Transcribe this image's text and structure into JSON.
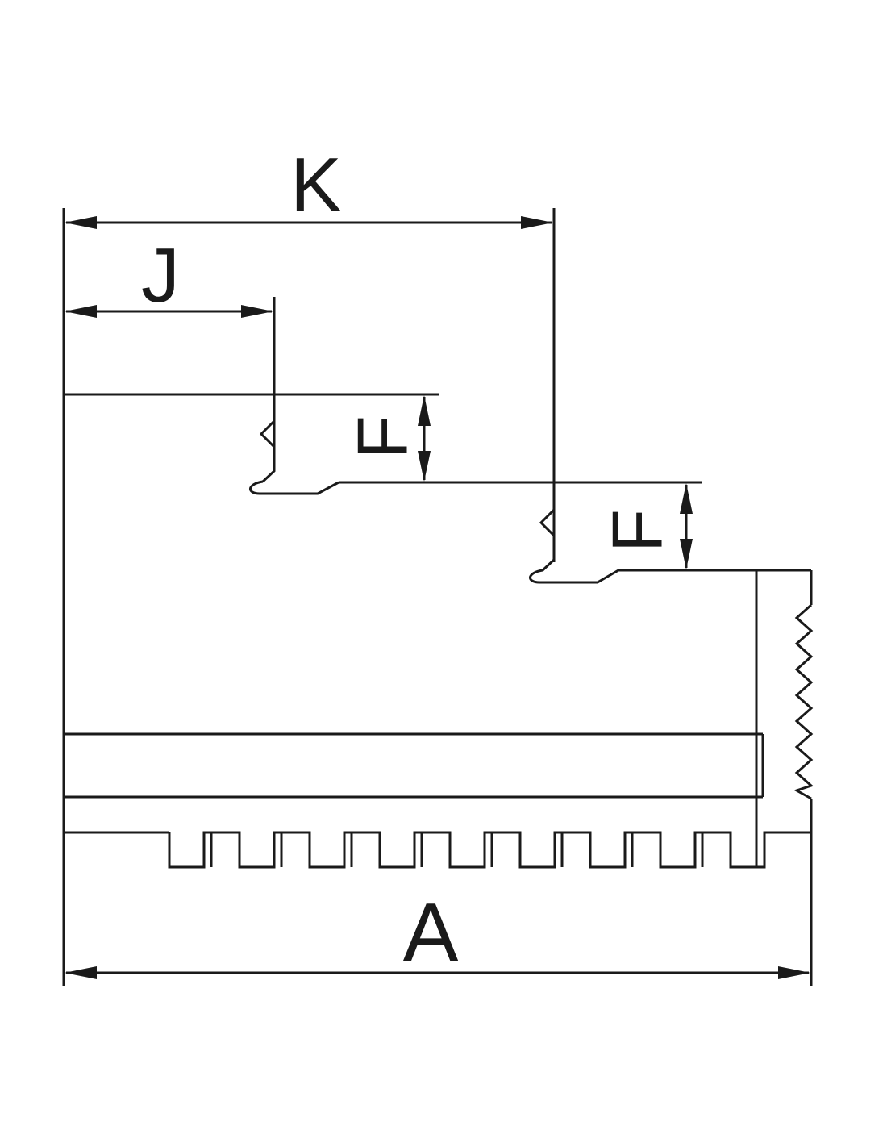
{
  "labels": {
    "k": "K",
    "j": "J",
    "f_upper": "F",
    "f_lower": "F",
    "a": "A"
  },
  "colors": {
    "line": "#1a1a1a",
    "background": "#ffffff"
  }
}
